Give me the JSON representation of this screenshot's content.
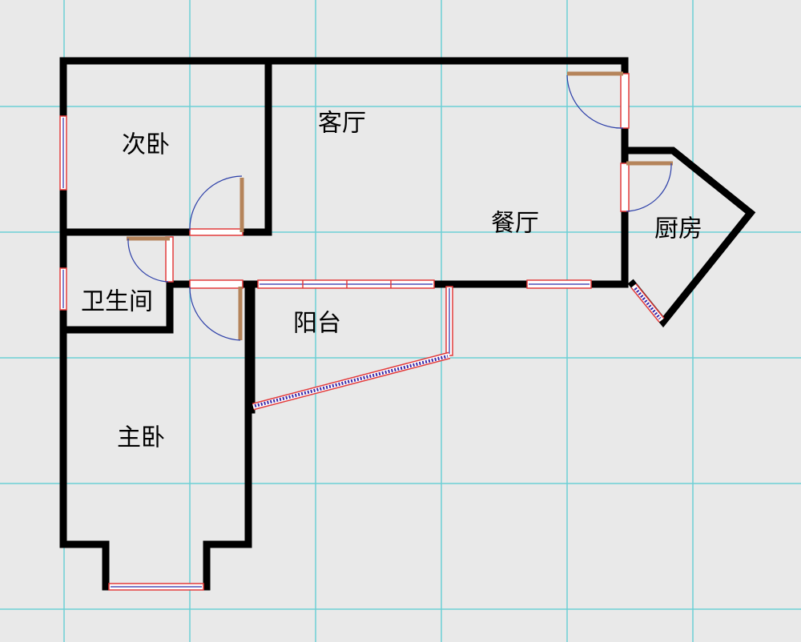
{
  "rooms": {
    "living_room": "客厅",
    "second_bedroom": "次卧",
    "dining_room": "餐厅",
    "kitchen": "厨房",
    "bathroom": "卫生间",
    "balcony": "阳台",
    "master_bedroom": "主卧"
  },
  "colors": {
    "background": "#e9e9e9",
    "grid": "#6ccfd6",
    "wall": "#000000",
    "door_leaf": "#b5845a",
    "door_swing": "#2b3ea8",
    "window_frame": "#e23a3a",
    "window_glass": "#2a2aa8"
  }
}
